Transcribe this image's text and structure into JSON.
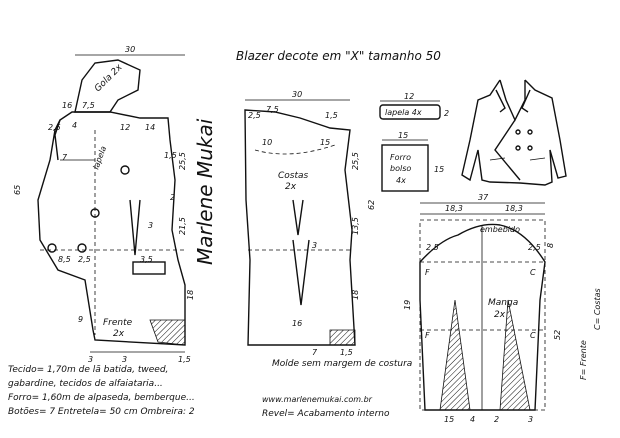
{
  "title": "Blazer decote em \"X\" tamanho 50",
  "front": {
    "top_width": "30",
    "gola_label": "Gola 2x",
    "pieces": [
      "Frente",
      "2x"
    ],
    "label_lapela": "lapela",
    "dims": [
      "16",
      "7,5",
      "2,5",
      "4",
      "7",
      "65",
      "12",
      "14",
      "1,5",
      "25,5",
      "2",
      "3",
      "21,5",
      "3,5",
      "8,5",
      "2,5",
      "18",
      "1,5",
      "3",
      "9",
      "3"
    ]
  },
  "back": {
    "top_width": "30",
    "pieces": [
      "Costas",
      "2x"
    ],
    "dims": [
      "2,5",
      "7,5",
      "10",
      "15",
      "1,5",
      "25,5",
      "62",
      "13,5",
      "3",
      "18",
      "1,5",
      "7",
      "16"
    ]
  },
  "lapela": {
    "width": "12",
    "label": "lapela 4x",
    "height": "2"
  },
  "forro_bolso": {
    "width": "15",
    "label": [
      "Forro",
      "bolso",
      "4x"
    ],
    "height": "15"
  },
  "sleeve": {
    "top_width": "37",
    "halves": [
      "18,3",
      "18,3"
    ],
    "embebido_label": "embebido",
    "pieces": [
      "Manga",
      "2x"
    ],
    "left_marks": [
      "F",
      "F"
    ],
    "right_marks": [
      "C",
      "C"
    ],
    "dims": [
      "8",
      "2,5",
      "2,5",
      "52",
      "19",
      "15",
      "4",
      "2",
      "3"
    ],
    "side_legend": [
      "F= Frente",
      "C= Costas"
    ]
  },
  "notes": {
    "molde": "Molde sem margem de costura",
    "materials": [
      "Tecido= 1,70m de lã batida, tweed,",
      "gabardine, tecidos de alfaiataria...",
      "Forro= 1,60m de alpaseda, bemberque...",
      "Botões= 7   Entretela= 50 cm   Ombreira: 2"
    ],
    "website": "www.marlenemukai.com.br",
    "revel": "Revel= Acabamento interno"
  },
  "watermark": "Marlene Mukai"
}
